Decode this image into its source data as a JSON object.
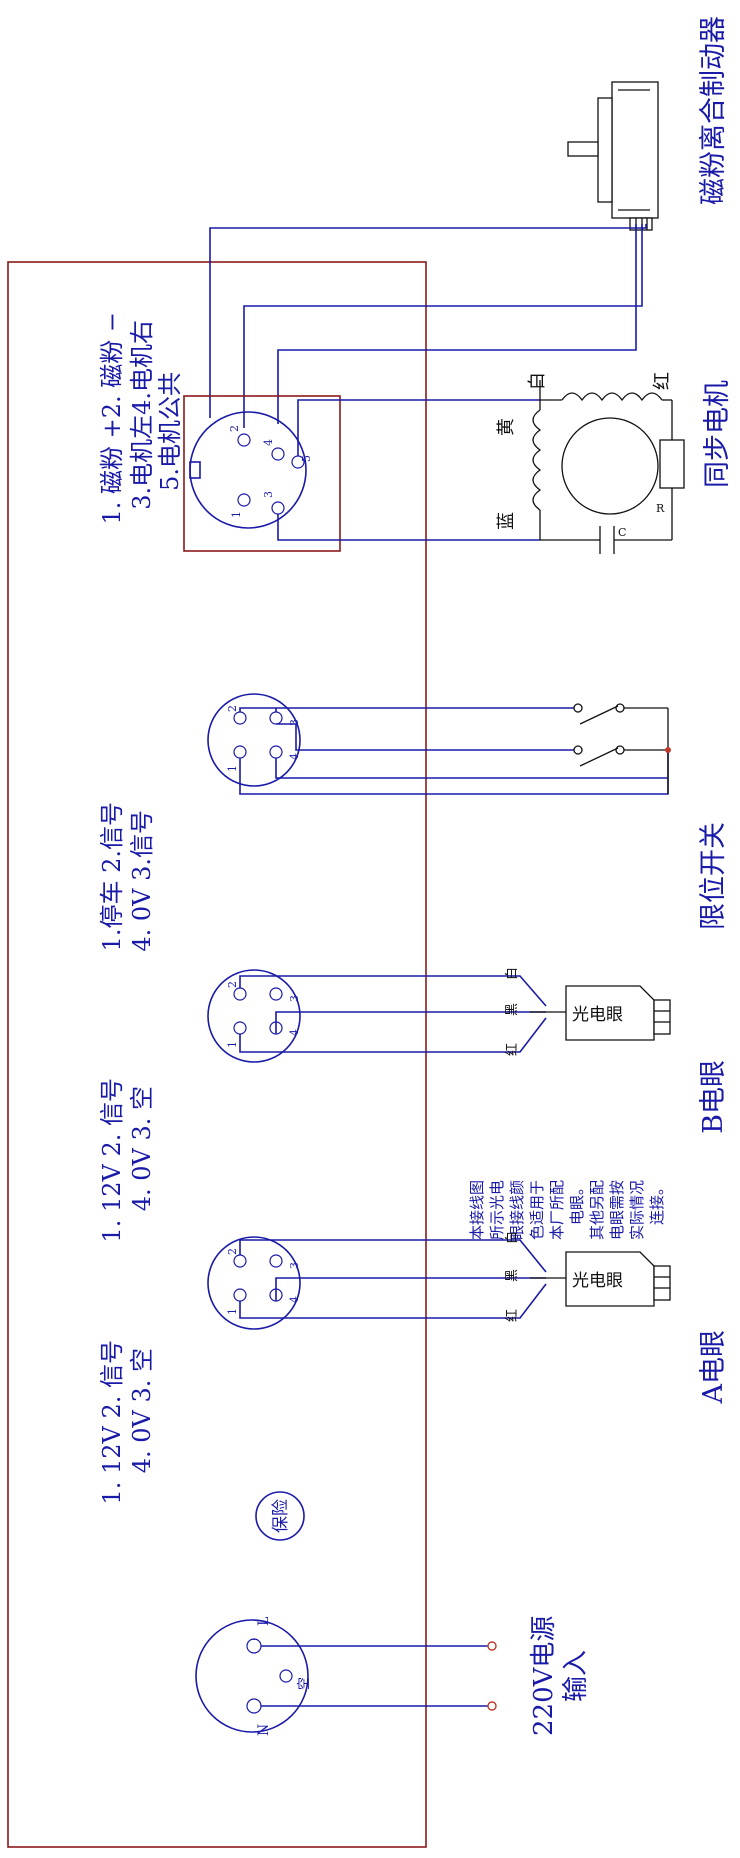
{
  "brake": {
    "title": "磁粉离合制动器",
    "pins_line1": "1. 磁粉 +2. 磁粉 −",
    "pins_line2": "3.电机左4.电机右",
    "pins_line3": "5.电机公共"
  },
  "motor": {
    "title": "同步电机",
    "lead_white": "白",
    "lead_yellow": "黄",
    "lead_blue": "蓝",
    "lead_red": "红",
    "resistor": "R",
    "capacitor": "C"
  },
  "limit_switch": {
    "title": "限位开关",
    "pins_line1": "1.停车  2.信号",
    "pins_line2": "4. 0V    3.信号"
  },
  "eye_b": {
    "title": "B电眼",
    "pins_line1": "1. 12V   2. 信号",
    "pins_line2": "4. 0V     3. 空",
    "sensor_label": "光电眼",
    "wire_white": "白",
    "wire_black": "黑",
    "wire_red": "红"
  },
  "eye_a": {
    "title": "A电眼",
    "pins_line1": "1. 12V  2. 信号",
    "pins_line2": "4. 0V    3. 空",
    "sensor_label": "光电眼",
    "wire_white": "白",
    "wire_black": "黑",
    "wire_red": "红"
  },
  "note": {
    "line1": "本接线图",
    "line2": "所示光电",
    "line3": "眼接线颜",
    "line4": "色适用于",
    "line5": "本厂所配",
    "line6": "电眼。",
    "line7": "其他另配",
    "line8": "电眼需按",
    "line9": "实际情况",
    "line10": "连接。"
  },
  "fuse": {
    "label": "保险"
  },
  "power": {
    "title_line1": "220V电源",
    "title_line2": "输入",
    "pin_l": "L",
    "pin_n": "N",
    "pin_empty": "空"
  },
  "pin_numbers": {
    "p1": "1",
    "p2": "2",
    "p3": "3",
    "p4": "4",
    "p5": "5"
  },
  "colors": {
    "wire": "#1a1aa8",
    "panel": "#8b1a1a",
    "component": "#111111",
    "terminal": "#c0392b"
  }
}
